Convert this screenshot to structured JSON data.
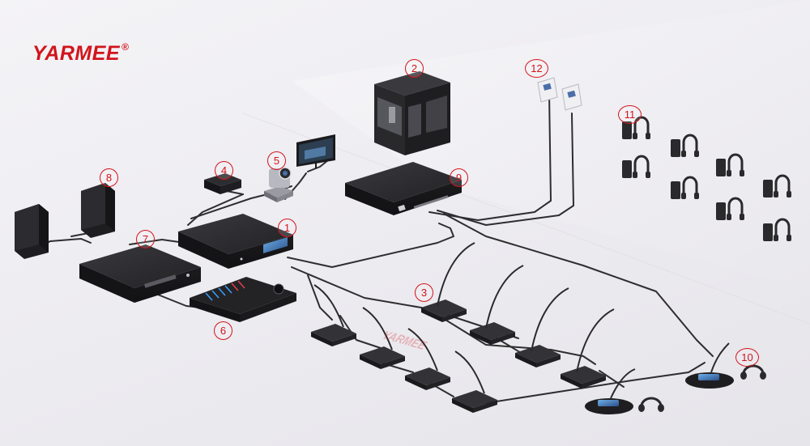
{
  "brand": {
    "name": "YARMEE",
    "reg": "®",
    "color": "#d2141b"
  },
  "badges": [
    "1",
    "2",
    "3",
    "4",
    "5",
    "6",
    "7",
    "8",
    "9",
    "10",
    "11",
    "12"
  ],
  "colors": {
    "device": "#2b2b2e",
    "cable": "#2e2e30",
    "accent": "#d2141b",
    "screen": "#4a7fc9"
  }
}
